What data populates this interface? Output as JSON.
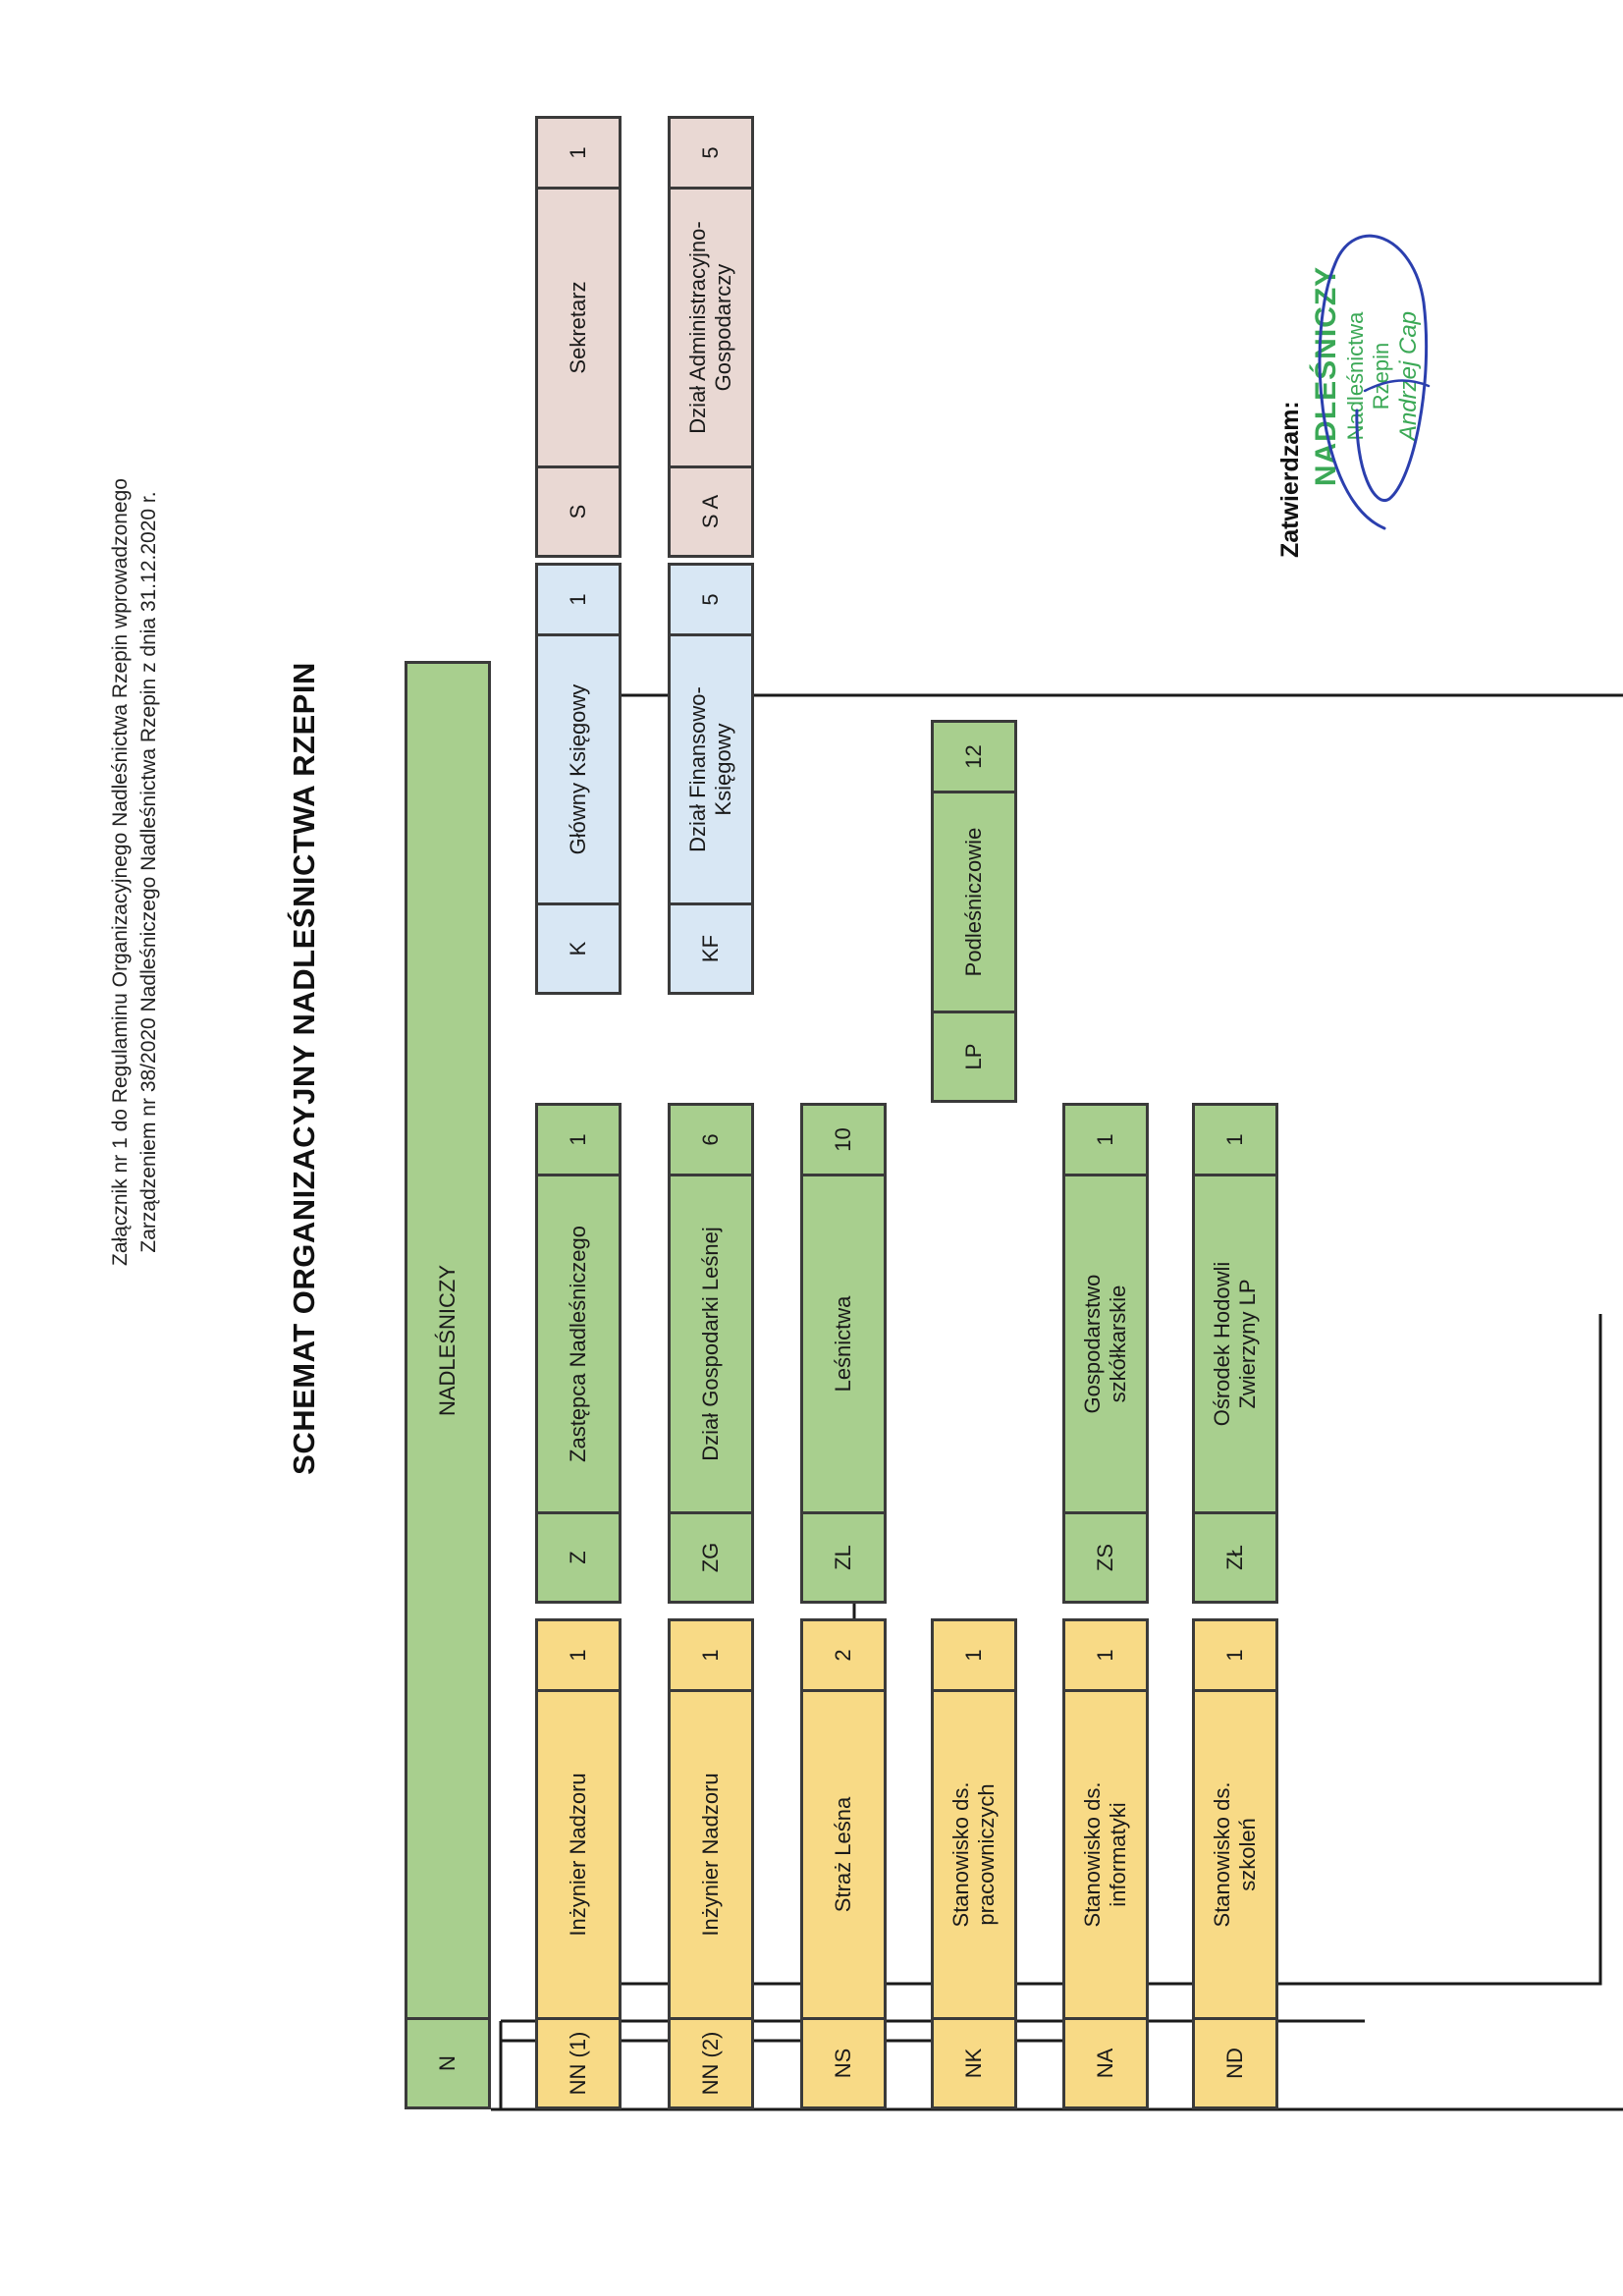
{
  "header": {
    "line1": "Załącznik nr 1 do Regulaminu Organizacyjnego Nadleśnictwa Rzepin wprowadzonego",
    "line2": "Zarządzeniem nr 38/2020 Nadleśniczego Nadleśnictwa Rzepin z dnia 31.12.2020 r."
  },
  "title": "SCHEMAT ORGANIZACYJNY NADLEŚNICTWA RZEPIN",
  "top_unit": {
    "code": "N",
    "name": "NADLEŚNICZY"
  },
  "yellow_units": [
    {
      "code": "NN (1)",
      "name": "Inżynier Nadzoru",
      "count": "1"
    },
    {
      "code": "NN (2)",
      "name": "Inżynier Nadzoru",
      "count": "1"
    },
    {
      "code": "NS",
      "name": "Straż Leśna",
      "count": "2"
    },
    {
      "code": "NK",
      "name": "Stanowisko ds.\npracowniczych",
      "count": "1"
    },
    {
      "code": "NA",
      "name": "Stanowisko ds.\ninformatyki",
      "count": "1"
    },
    {
      "code": "ND",
      "name": "Stanowisko ds.\nszkoleń",
      "count": "1"
    }
  ],
  "green_units": [
    {
      "code": "Z",
      "name": "Zastępca Nadleśniczego",
      "count": "1"
    },
    {
      "code": "ZG",
      "name": "Dział Gospodarki Leśnej",
      "count": "6"
    },
    {
      "code": "ZL",
      "name": "Leśnictwa",
      "count": "10"
    },
    {
      "code": "ZS",
      "name": "Gospodarstwo\nszkółkarskie",
      "count": "1"
    },
    {
      "code": "ZŁ",
      "name": "Ośrodek Hodowli\nZwierzyny LP",
      "count": "1"
    }
  ],
  "sub_unit": {
    "code": "LP",
    "name": "Podleśniczowie",
    "count": "12"
  },
  "blue_units": [
    {
      "code": "K",
      "name": "Główny Księgowy",
      "count": "1"
    },
    {
      "code": "KF",
      "name": "Dział Finansowo-\nKsięgowy",
      "count": "5"
    }
  ],
  "pink_units": [
    {
      "code": "S",
      "name": "Sekretarz",
      "count": "1"
    },
    {
      "code": "S A",
      "name": "Dział Administracyjno-\nGospodarczy",
      "count": "5"
    }
  ],
  "colors": {
    "green": "#a8cf8e",
    "yellow": "#f8da86",
    "blue": "#d8e7f4",
    "pink": "#e9d8d3",
    "stamp": "#3aa855",
    "signature": "#2b3fae"
  },
  "approval": {
    "label": "Zatwierdzam:",
    "stamp_title": "NADLEŚNICZY",
    "stamp_line2": "Nadleśnictwa",
    "stamp_line3": "Rzepin",
    "stamp_name": "Andrzej Cap"
  }
}
